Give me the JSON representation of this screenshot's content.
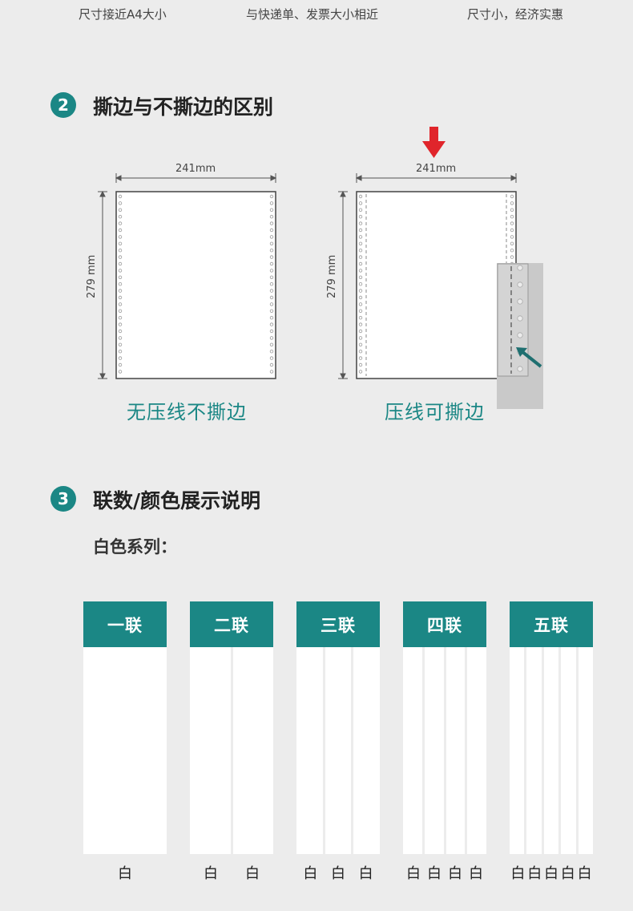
{
  "top_captions": [
    "尺寸接近A4大小",
    "与快递单、发票大小相近",
    "尺寸小，经济实惠"
  ],
  "section2": {
    "number": "2",
    "title": "撕边与不撕边的区别",
    "left": {
      "width_label": "241mm",
      "height_label": "279 mm",
      "caption": "无压线不撕边"
    },
    "right": {
      "width_label": "241mm",
      "height_label": "279 mm",
      "caption": "压线可撕边"
    }
  },
  "section3": {
    "number": "3",
    "title": "联数/颜色展示说明",
    "subtitle": "白色系列：",
    "plies": [
      {
        "label": "一联",
        "sheets": [
          "白"
        ]
      },
      {
        "label": "二联",
        "sheets": [
          "白",
          "白"
        ]
      },
      {
        "label": "三联",
        "sheets": [
          "白",
          "白",
          "白"
        ]
      },
      {
        "label": "四联",
        "sheets": [
          "白",
          "白",
          "白",
          "白"
        ]
      },
      {
        "label": "五联",
        "sheets": [
          "白",
          "白",
          "白",
          "白",
          "白"
        ]
      }
    ]
  },
  "colors": {
    "accent": "#1b8785",
    "arrow_red": "#e0252b",
    "background": "#ececec"
  },
  "icons": {
    "tear_arrow": "down-arrow-icon",
    "pointer_arrow": "pointer-arrow-icon"
  }
}
